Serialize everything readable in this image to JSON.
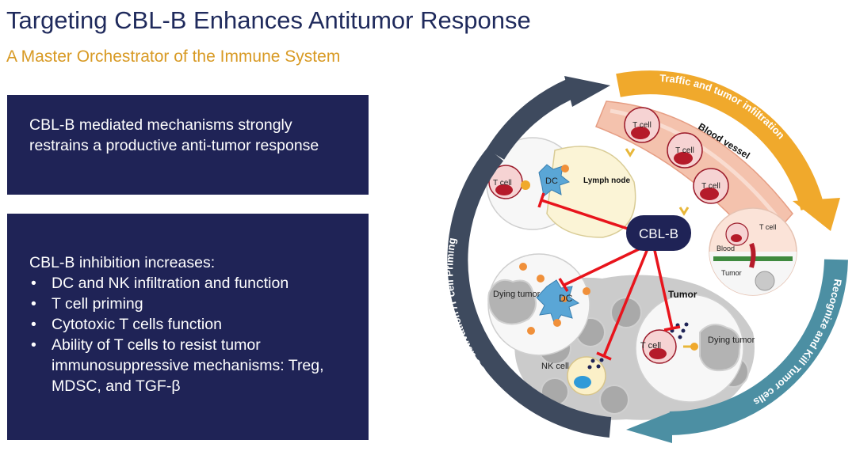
{
  "title": "Targeting CBL-B Enhances Antitumor Response",
  "subtitle": "A Master Orchestrator of the Immune System",
  "box1": {
    "text": "CBL-B mediated mechanisms strongly restrains a productive anti-tumor response"
  },
  "box2": {
    "heading": "CBL-B inhibition increases:",
    "bullets": [
      "DC and NK infiltration and function",
      "T cell priming",
      "Cytotoxic T cells function",
      "Ability of T cells to resist tumor immunosuppressive mechanisms: Treg, MDSC, and TGF-β"
    ]
  },
  "diagram": {
    "arrows": {
      "traffic": "Traffic and tumor infiltration",
      "recognize": "Recognize and Kill Tumor cells",
      "dc_activation": "DC activation /T cell Priming"
    },
    "center": "CBL-B",
    "labels": {
      "t_cell": "T cell",
      "dc": "DC",
      "lymph_node": "Lymph node",
      "blood_vessel": "Blood vessel",
      "blood": "Blood",
      "tumor": "Tumor",
      "dying_tumor": "Dying tumor",
      "nk_cell": "NK cell"
    },
    "colors": {
      "navy": "#1f2356",
      "gold": "#f0a92c",
      "teal": "#4c8fa3",
      "slate": "#3e4a5e",
      "inhibition": "#e8141c"
    }
  }
}
